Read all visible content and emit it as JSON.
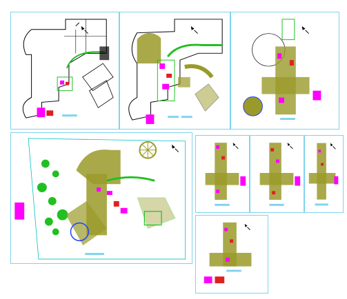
{
  "drawing_set": {
    "sheets": [
      {
        "id": "site-plan",
        "kind": "site"
      },
      {
        "id": "ground-floor",
        "kind": "floor"
      },
      {
        "id": "first-floor",
        "kind": "floor"
      },
      {
        "id": "wing-level-1",
        "kind": "floor"
      },
      {
        "id": "wing-level-2",
        "kind": "floor"
      },
      {
        "id": "wing-level-3",
        "kind": "floor"
      },
      {
        "id": "wing-level-4",
        "kind": "floor"
      }
    ]
  },
  "colors": {
    "frame": "#7fd3ee",
    "wall": "#000000",
    "floor_fill": "#9a9a2a",
    "magenta": "#ff00ff",
    "red": "#e02020",
    "green": "#20c020",
    "blue": "#2040ff",
    "cyan": "#00c0c0"
  },
  "icons": {
    "north_arrow": "north-arrow-icon"
  }
}
